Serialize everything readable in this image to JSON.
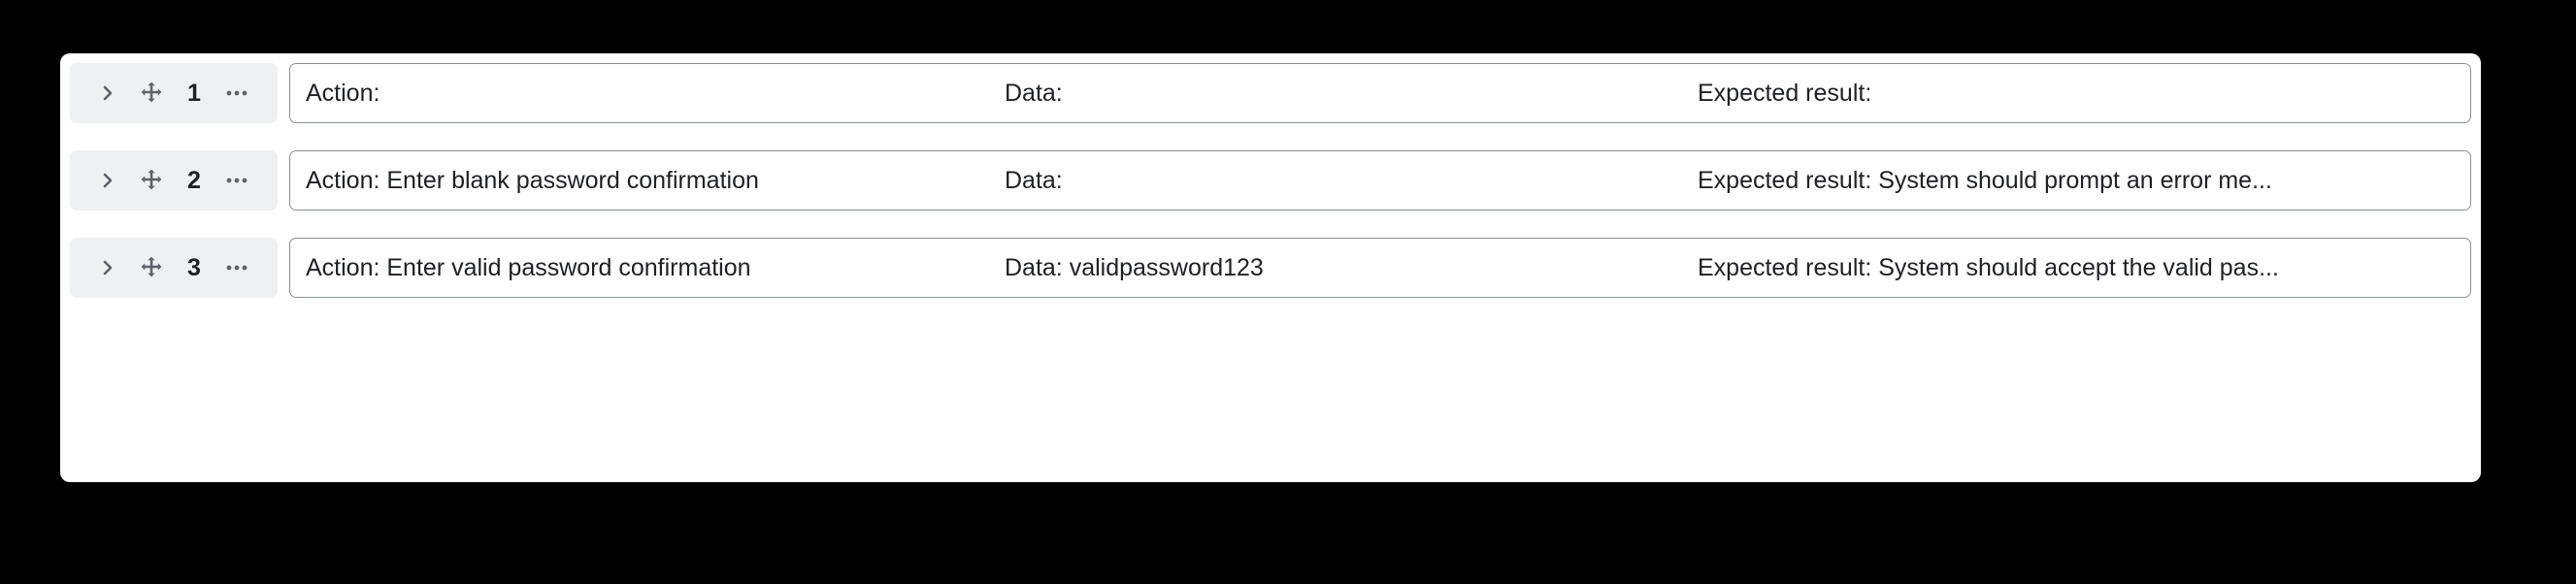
{
  "card": {
    "background": "#ffffff",
    "page_background": "#000000"
  },
  "colors": {
    "pill_background": "#eff0f2",
    "field_border": "#8a9096",
    "icon": "#5f6368",
    "text": "#1f2023"
  },
  "row_controls": {
    "expand_icon": "chevron-right-icon",
    "drag_icon": "move-arrows-icon",
    "menu_icon": "ellipsis-icon"
  },
  "steps": [
    {
      "number": "1",
      "action": "Action:",
      "data": "Data:",
      "expected": "Expected result:"
    },
    {
      "number": "2",
      "action": "Action: Enter blank password confirmation",
      "data": "Data:",
      "expected": "Expected result: System should prompt an error me..."
    },
    {
      "number": "3",
      "action": "Action: Enter valid password confirmation",
      "data": "Data: validpassword123",
      "expected": "Expected result: System should accept the valid pas..."
    }
  ]
}
